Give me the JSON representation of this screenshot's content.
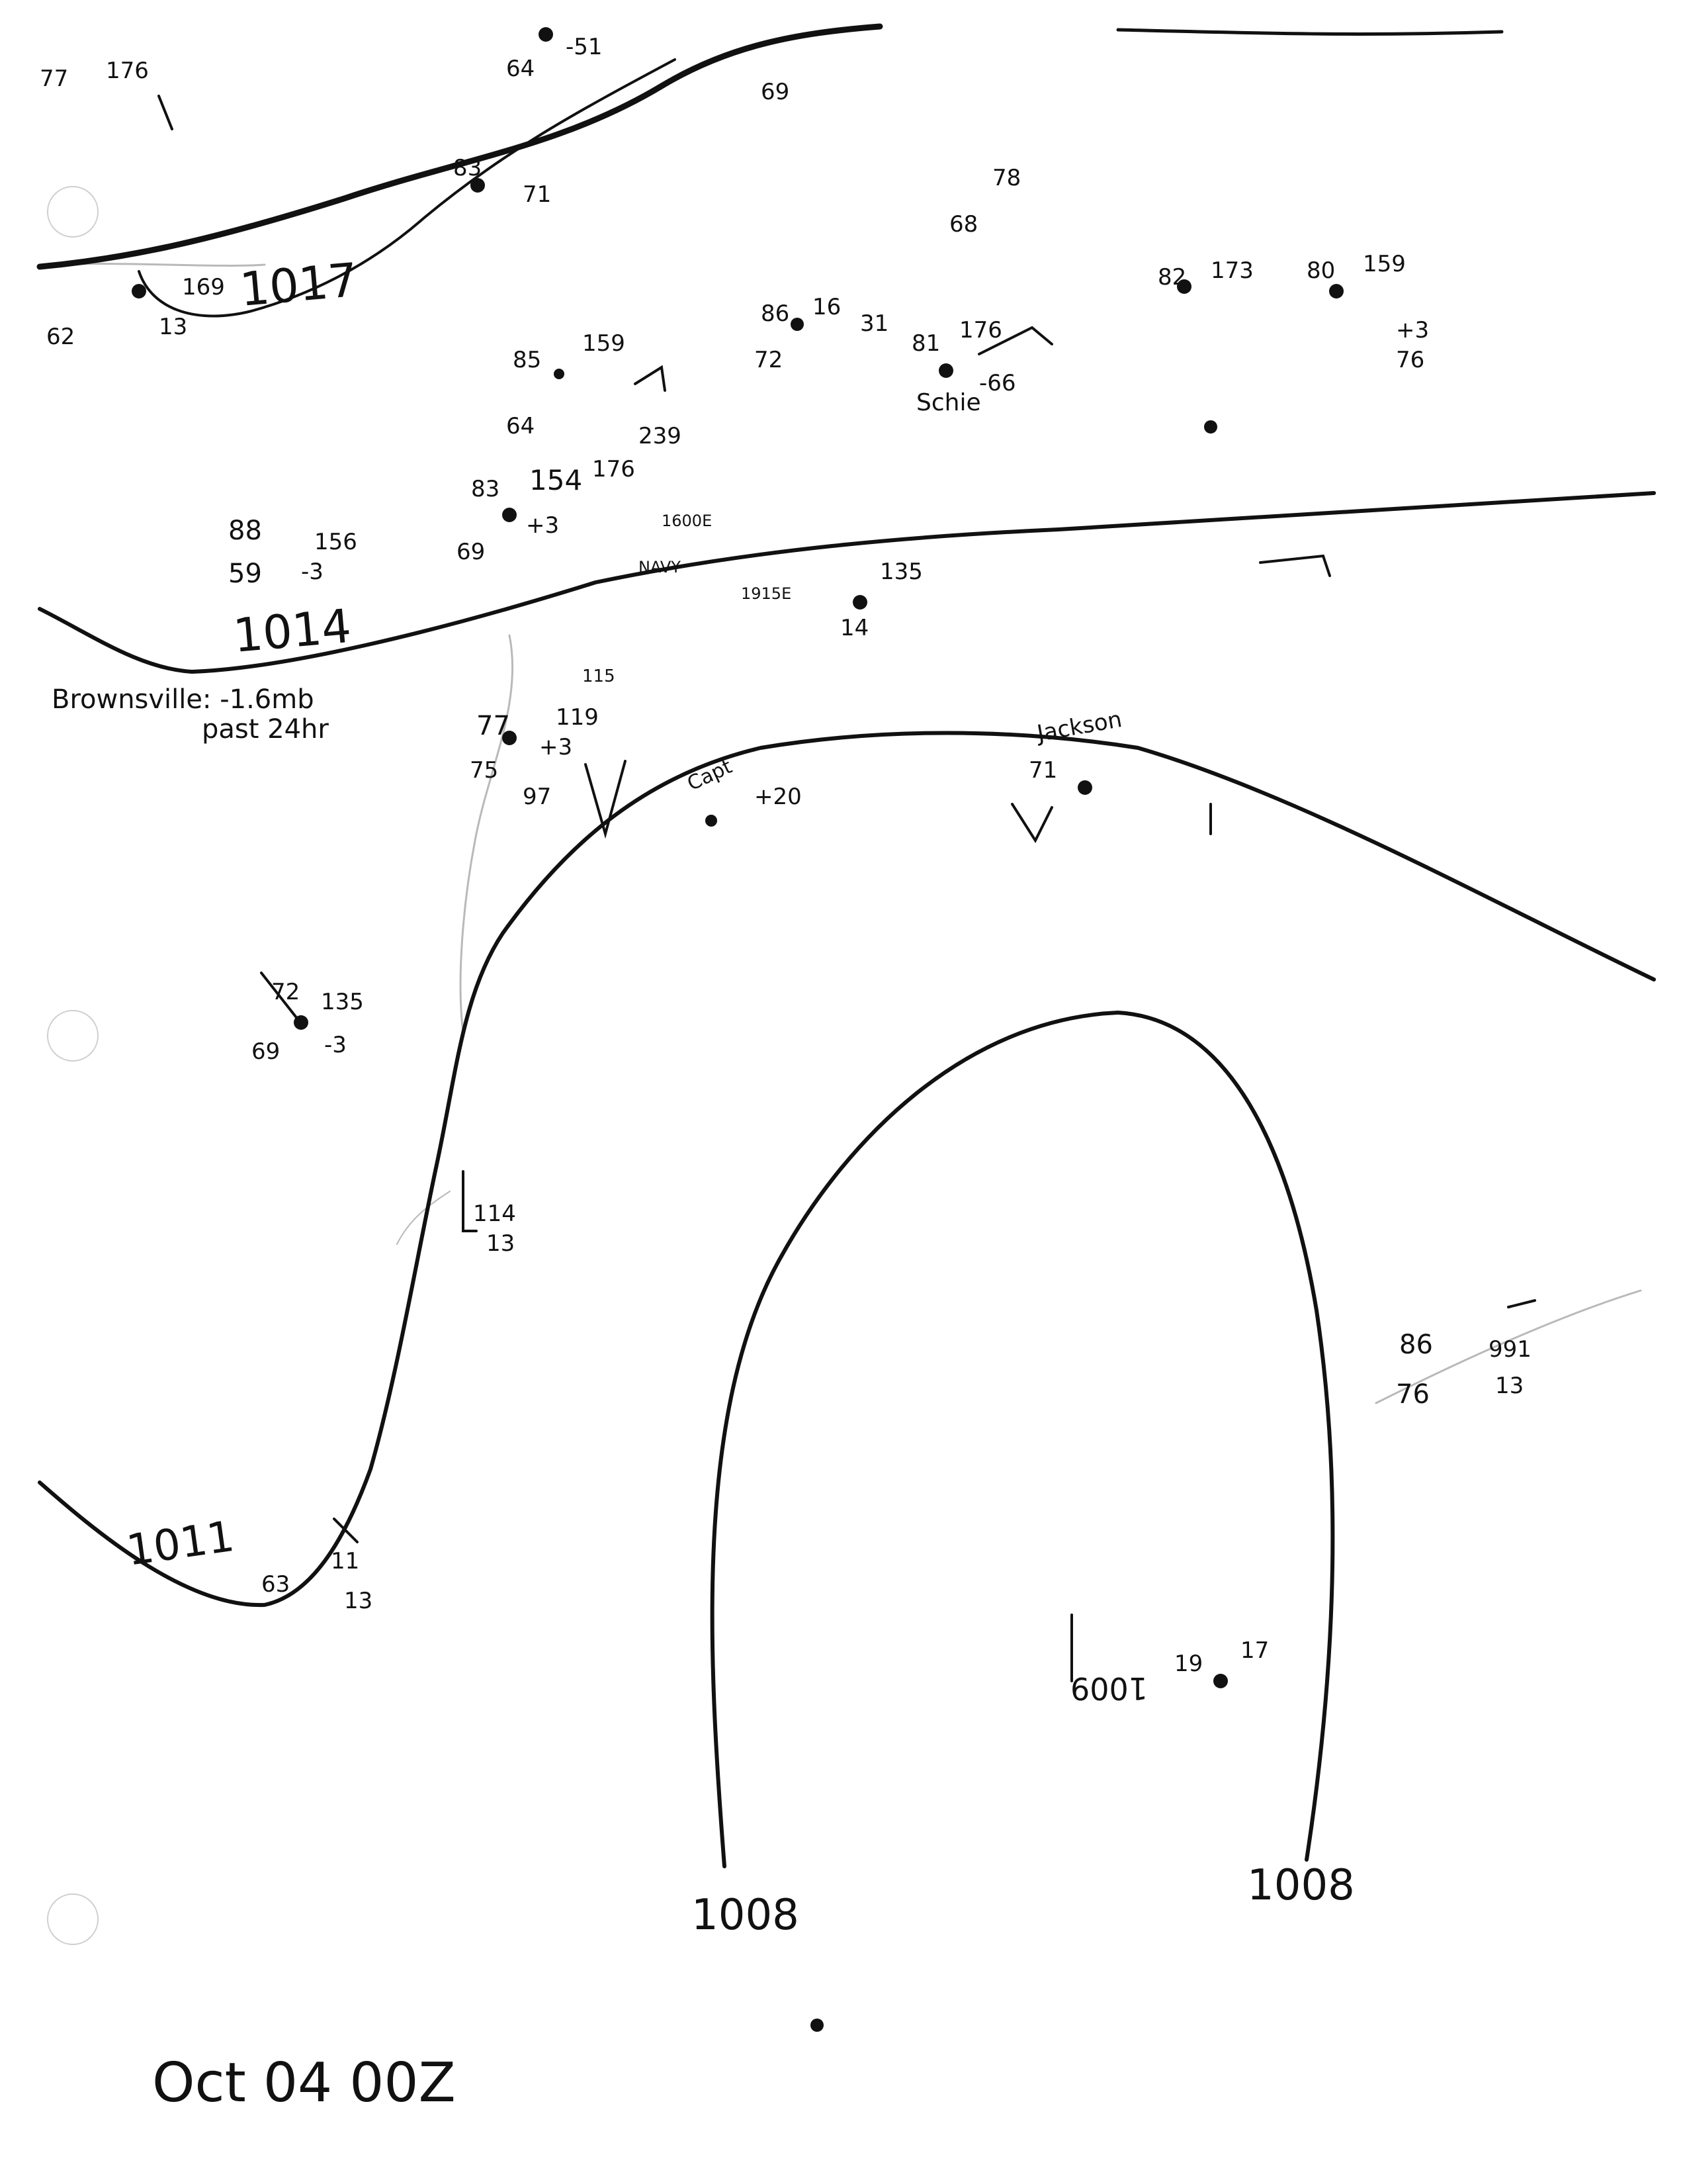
{
  "map": {
    "isobar_labels": [
      "1017",
      "1014",
      "1011",
      "1008",
      "1008",
      "1009"
    ],
    "pressure_note": {
      "line1": "Brownsville: -1.6mb",
      "line2": "past 24hr"
    },
    "date_label": "Oct 04 00Z",
    "place_labels": [
      "Schie",
      "Jackson",
      "Capt"
    ],
    "station_values": [
      "77",
      "176",
      "64",
      "-51",
      "69",
      "83",
      "71",
      "169",
      "62",
      "13",
      "85",
      "159",
      "64",
      "239",
      "83",
      "154",
      "176",
      "69",
      "+3",
      "88",
      "156",
      "59",
      "-3",
      "86",
      "16",
      "72",
      "31",
      "81",
      "176",
      "-66",
      "78",
      "68",
      "82",
      "173",
      "80",
      "159",
      "+3",
      "76",
      "135",
      "14",
      "1915E",
      "1600E",
      "NAVY",
      "77",
      "119",
      "75",
      "115",
      "+3",
      "97",
      "72",
      "135",
      "69",
      "-3",
      "71",
      "+20",
      "114",
      "13",
      "86",
      "76",
      "991",
      "13",
      "63",
      "11",
      "13",
      "19",
      "17"
    ],
    "colors": {
      "ink": "#111111",
      "faint_ink": "#b9b9b9",
      "paper": "#ffffff"
    },
    "icons": [
      "binder-hole-icon",
      "station-dot-icon",
      "wind-barb-icon"
    ]
  }
}
